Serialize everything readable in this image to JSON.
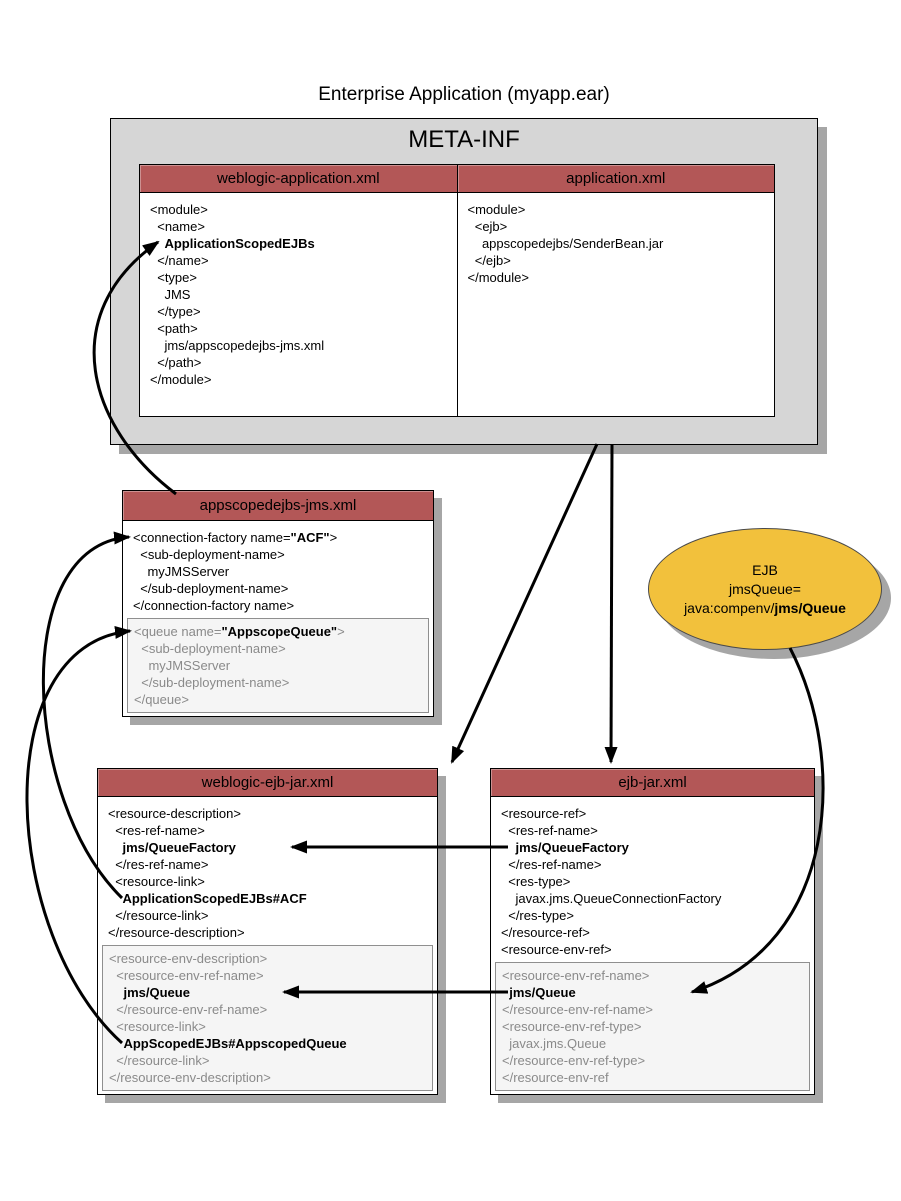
{
  "title": "Enterprise Application (myapp.ear)",
  "meta_inf": {
    "label": "META-INF",
    "weblogic_application": {
      "header": "weblogic-application.xml",
      "lines": [
        "<module>",
        "  <name>",
        [
          {
            "t": "    "
          },
          {
            "t": "ApplicationScopedEJBs",
            "b": true
          }
        ],
        "  </name>",
        "  <type>",
        "    JMS",
        "  </type>",
        "  <path>",
        "    jms/appscopedejbs-jms.xml",
        "  </path>",
        "</module>"
      ]
    },
    "application": {
      "header": "application.xml",
      "lines": [
        "<module>",
        "  <ejb>",
        "    appscopedejbs/SenderBean.jar",
        "  </ejb>",
        "</module>"
      ]
    }
  },
  "appscoped_jms": {
    "header": "appscopedejbs-jms.xml",
    "connection_factory_lines": [
      [
        {
          "t": "<connection-factory name="
        },
        {
          "t": "\"ACF\"",
          "b": true
        },
        {
          "t": ">"
        }
      ],
      "  <sub-deployment-name>",
      "    myJMSServer",
      "  </sub-deployment-name>",
      "</connection-factory name>"
    ],
    "queue_lines": [
      [
        {
          "t": "<queue name="
        },
        {
          "t": "\"AppscopeQueue\"",
          "b": true
        },
        {
          "t": ">"
        }
      ],
      "  <sub-deployment-name>",
      "    myJMSServer",
      "  </sub-deployment-name>",
      "</queue>"
    ]
  },
  "ejb": {
    "lines": [
      "EJB",
      "jmsQueue=",
      [
        {
          "t": "java:compenv/"
        },
        {
          "t": "jms/Queue",
          "b": true
        }
      ]
    ]
  },
  "weblogic_ejb_jar": {
    "header": "weblogic-ejb-jar.xml",
    "resource_lines": [
      "<resource-description>",
      "  <res-ref-name>",
      [
        {
          "t": "    "
        },
        {
          "t": "jms/QueueFactory",
          "b": true
        }
      ],
      "  </res-ref-name>",
      "  <resource-link>",
      [
        {
          "t": "    "
        },
        {
          "t": "ApplicationScopedEJBs#ACF",
          "b": true
        }
      ],
      "  </resource-link>",
      "</resource-description>"
    ],
    "env_lines": [
      "<resource-env-description>",
      "  <resource-env-ref-name>",
      [
        {
          "t": "    "
        },
        {
          "t": "jms/Queue",
          "b": true
        }
      ],
      "  </resource-env-ref-name>",
      "  <resource-link>",
      [
        {
          "t": "    "
        },
        {
          "t": "AppScopedEJBs#AppscopedQueue",
          "b": true
        }
      ],
      "  </resource-link>",
      "</resource-env-description>"
    ]
  },
  "ejb_jar": {
    "header": "ejb-jar.xml",
    "resource_lines": [
      "<resource-ref>",
      "  <res-ref-name>",
      [
        {
          "t": "    "
        },
        {
          "t": "jms/QueueFactory",
          "b": true
        }
      ],
      "  </res-ref-name>",
      "  <res-type>",
      "    javax.jms.QueueConnectionFactory",
      "  </res-type>",
      "</resource-ref>",
      "<resource-env-ref>"
    ],
    "env_lines": [
      "<resource-env-ref-name>",
      [
        {
          "t": "  "
        },
        {
          "t": "jms/Queue",
          "b": true
        }
      ],
      "</resource-env-ref-name>",
      "<resource-env-ref-type>",
      "  javax.jms.Queue",
      "</resource-env-ref-type>",
      "</resource-env-ref"
    ]
  },
  "colors": {
    "header_bg": "#b35757",
    "metainf_bg": "#d6d6d6",
    "ellipse_bg": "#f2c13c",
    "shadow": "#a6a6a6",
    "graybox_bg": "#f5f5f5",
    "graybox_text": "#8a8a8a",
    "arrow": "#000000"
  }
}
